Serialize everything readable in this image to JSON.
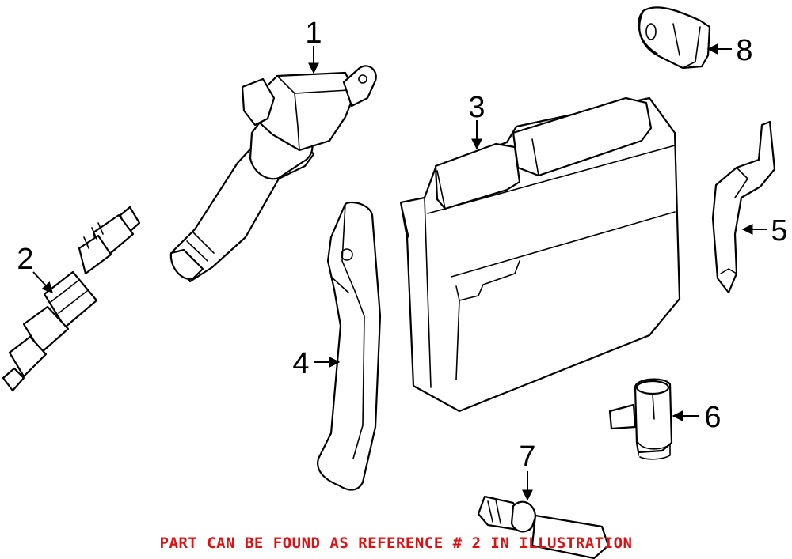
{
  "callouts": [
    {
      "id": "1",
      "label": "1"
    },
    {
      "id": "2",
      "label": "2"
    },
    {
      "id": "3",
      "label": "3"
    },
    {
      "id": "4",
      "label": "4"
    },
    {
      "id": "5",
      "label": "5"
    },
    {
      "id": "6",
      "label": "6"
    },
    {
      "id": "7",
      "label": "7"
    },
    {
      "id": "8",
      "label": "8"
    }
  ],
  "footer_note": "PART CAN BE FOUND AS REFERENCE # 2 IN ILLUSTRATION",
  "colors": {
    "line": "#000000",
    "note": "#dd1111",
    "background": "#ffffff"
  }
}
